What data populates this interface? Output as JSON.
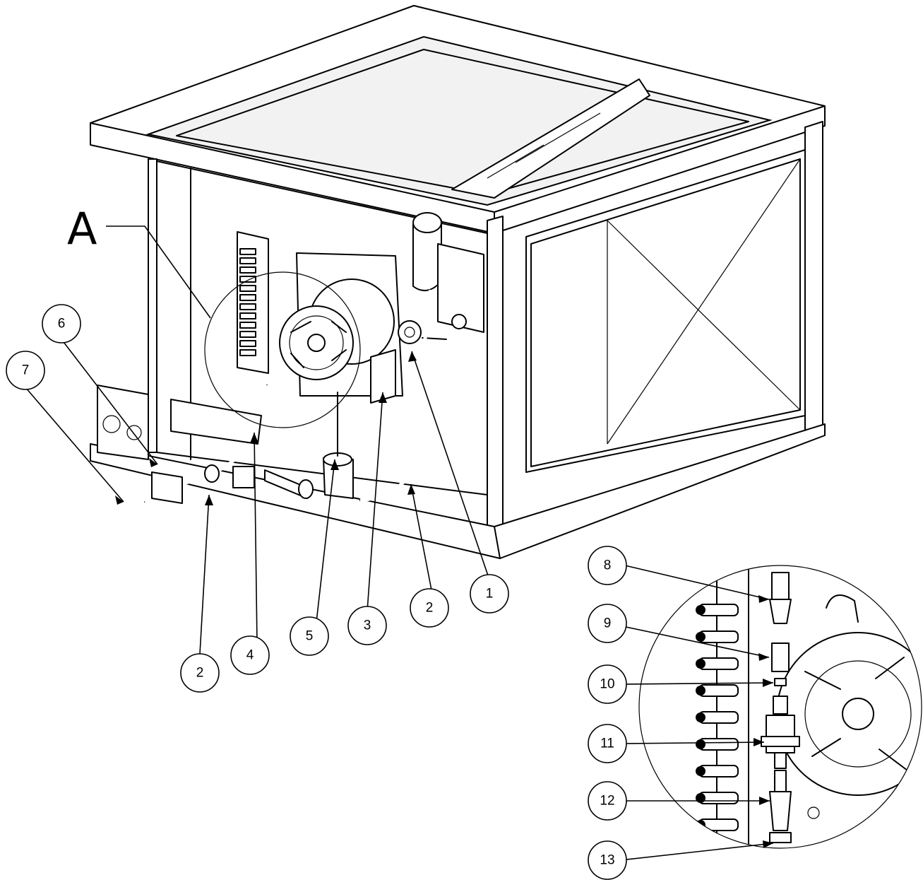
{
  "detail_label": "A",
  "callouts": [
    {
      "id": "c1",
      "label": "1"
    },
    {
      "id": "c2a",
      "label": "2"
    },
    {
      "id": "c2b",
      "label": "2"
    },
    {
      "id": "c3",
      "label": "3"
    },
    {
      "id": "c4",
      "label": "4"
    },
    {
      "id": "c5",
      "label": "5"
    },
    {
      "id": "c6",
      "label": "6"
    },
    {
      "id": "c7",
      "label": "7"
    },
    {
      "id": "c8",
      "label": "8"
    },
    {
      "id": "c9",
      "label": "9"
    },
    {
      "id": "c10",
      "label": "10"
    },
    {
      "id": "c11",
      "label": "11"
    },
    {
      "id": "c12",
      "label": "12"
    },
    {
      "id": "c13",
      "label": "13"
    }
  ]
}
